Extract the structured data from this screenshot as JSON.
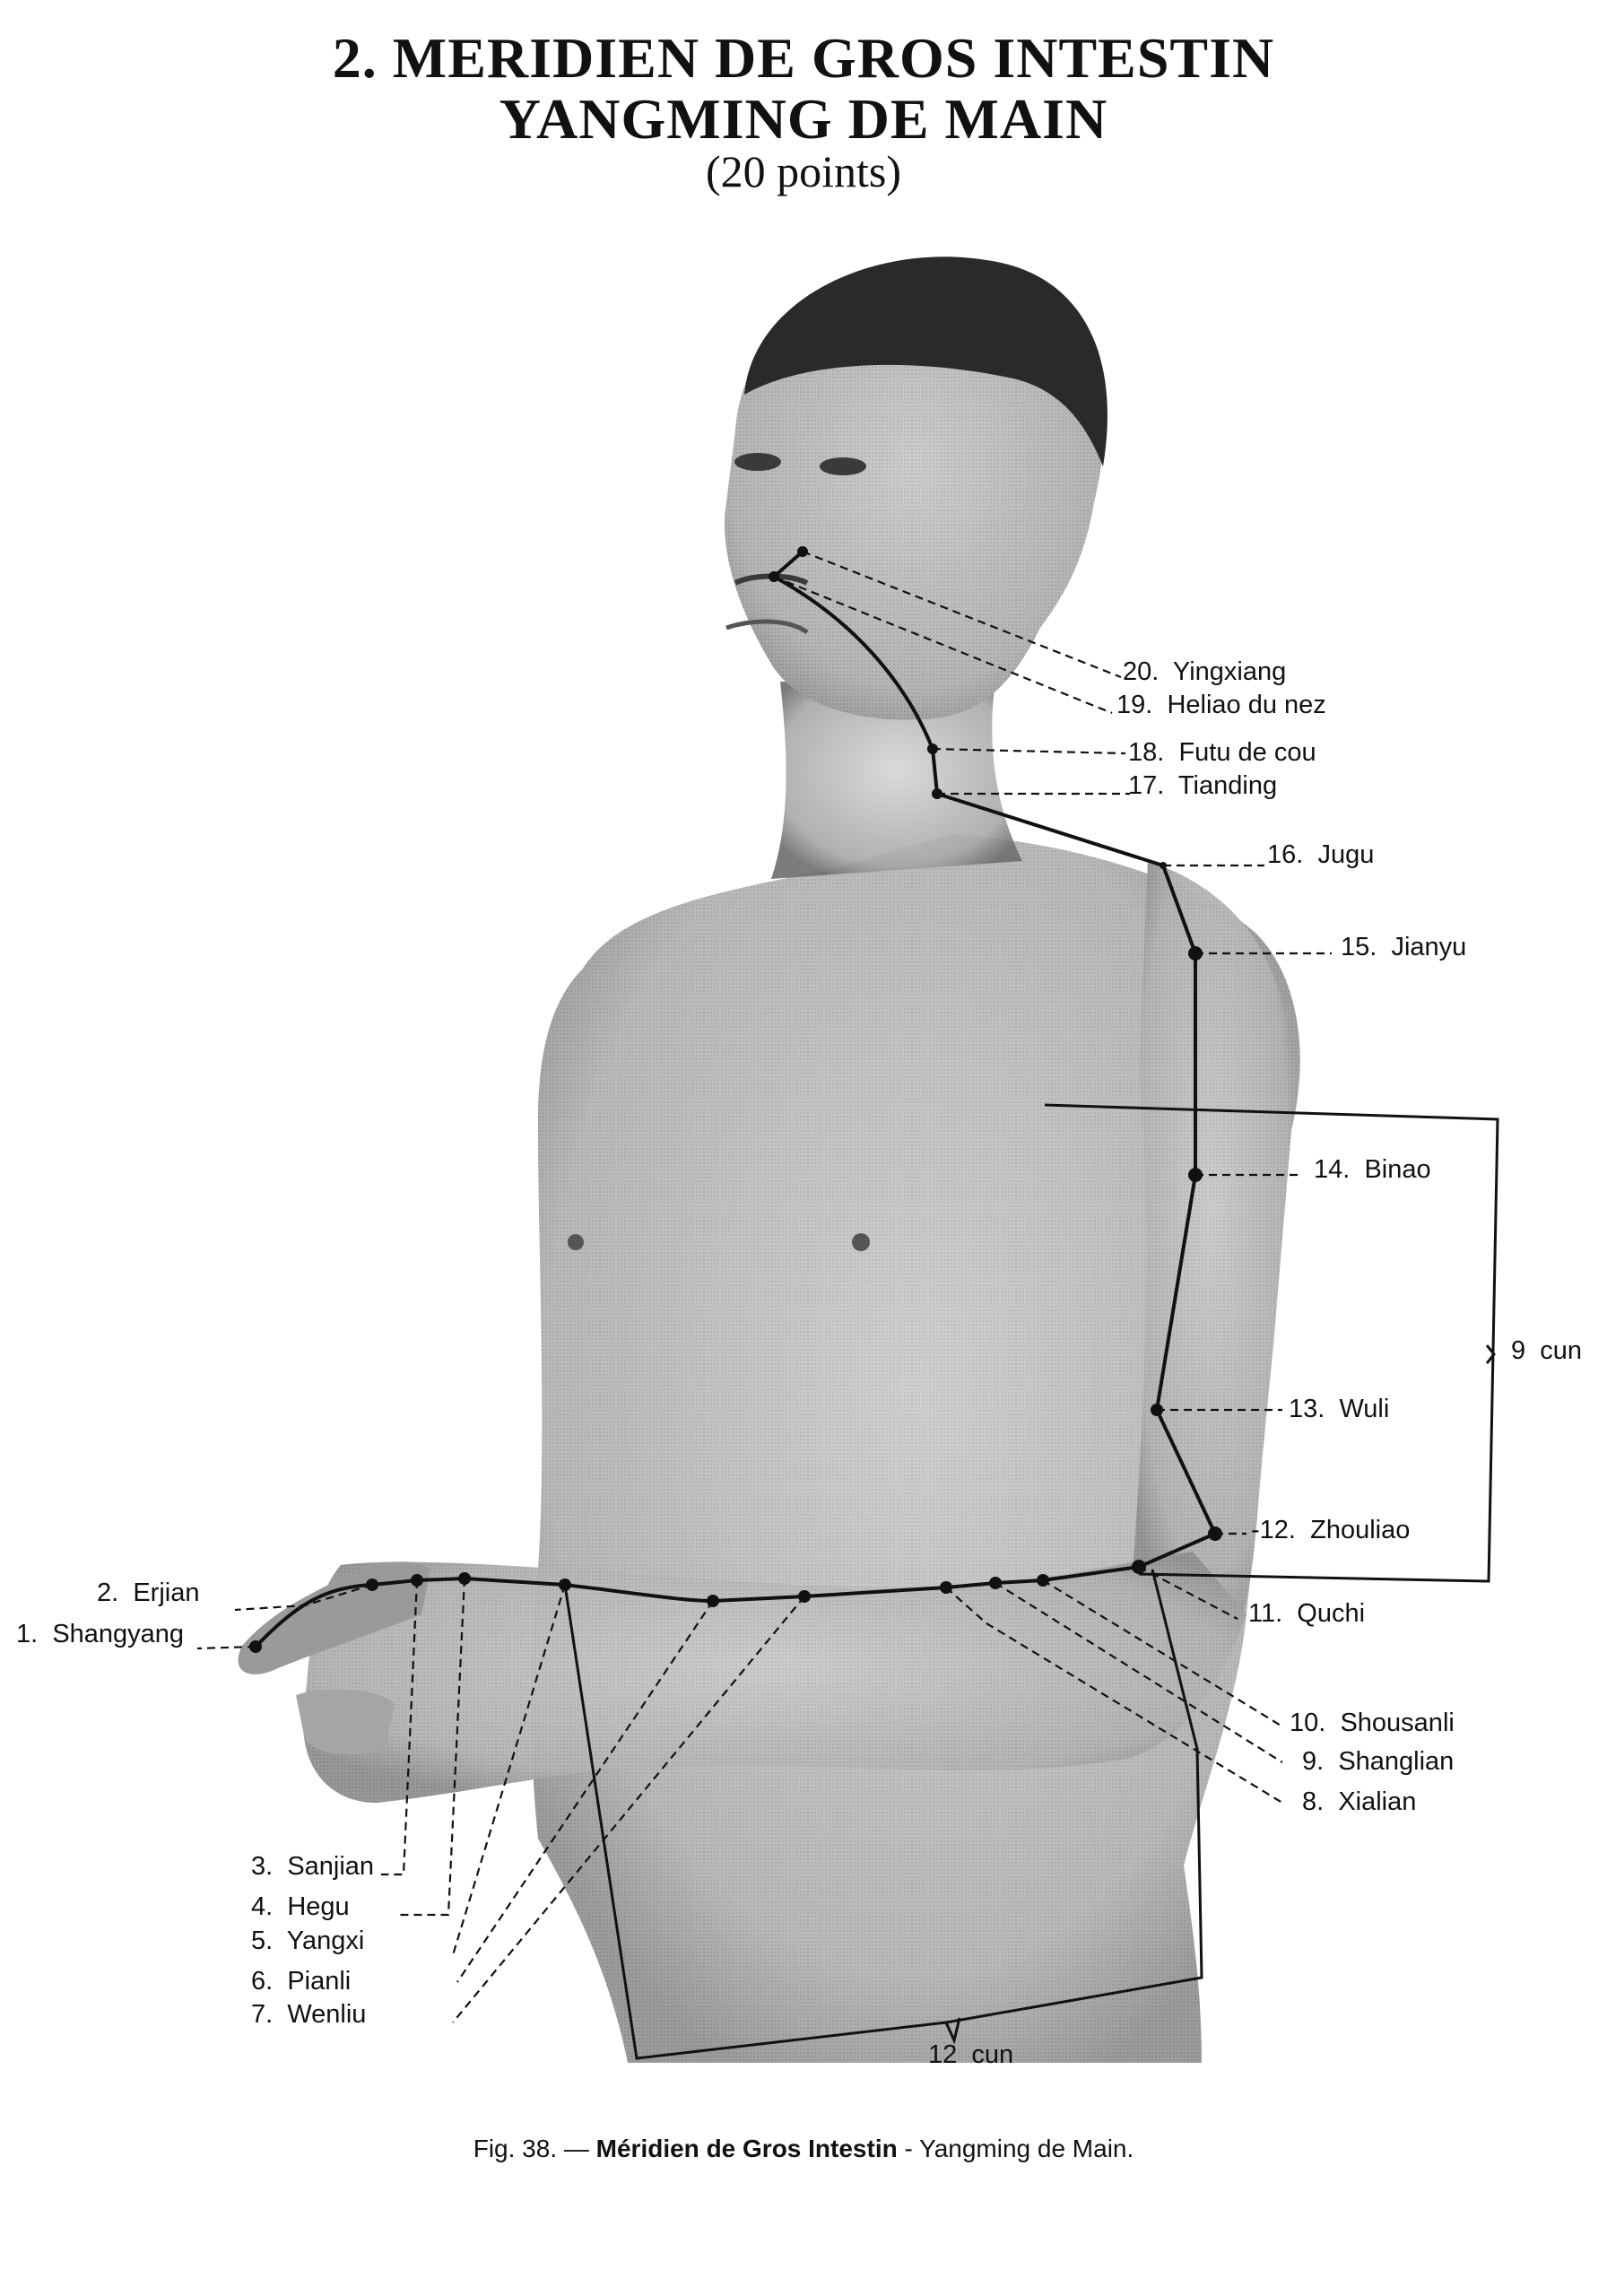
{
  "header": {
    "title_line1": "2.  MERIDIEN DE GROS INTESTIN",
    "title_line2": "YANGMING DE MAIN",
    "subtitle": "(20 points)"
  },
  "points": [
    {
      "num": "1.",
      "name": "Shangyang"
    },
    {
      "num": "2.",
      "name": "Erjian"
    },
    {
      "num": "3.",
      "name": "Sanjian"
    },
    {
      "num": "4.",
      "name": "Hegu"
    },
    {
      "num": "5.",
      "name": "Yangxi"
    },
    {
      "num": "6.",
      "name": "Pianli"
    },
    {
      "num": "7.",
      "name": "Wenliu"
    },
    {
      "num": "8.",
      "name": "Xialian"
    },
    {
      "num": "9.",
      "name": "Shanglian"
    },
    {
      "num": "10.",
      "name": "Shousanli"
    },
    {
      "num": "11.",
      "name": "Quchi"
    },
    {
      "num": "12.",
      "name": "Zhouliao"
    },
    {
      "num": "13.",
      "name": "Wuli"
    },
    {
      "num": "14.",
      "name": "Binao"
    },
    {
      "num": "15.",
      "name": "Jianyu"
    },
    {
      "num": "16.",
      "name": "Jugu"
    },
    {
      "num": "17.",
      "name": "Tianding"
    },
    {
      "num": "18.",
      "name": "Futu de cou"
    },
    {
      "num": "19.",
      "name": "Heliao du nez"
    },
    {
      "num": "20.",
      "name": "Yingxiang"
    }
  ],
  "measurements": {
    "upper_arm": "9  cun",
    "forearm": "12  cun"
  },
  "caption": {
    "prefix": "Fig.  38. — ",
    "bold": "Méridien de Gros Intestin",
    "suffix": " - Yangming de Main."
  }
}
